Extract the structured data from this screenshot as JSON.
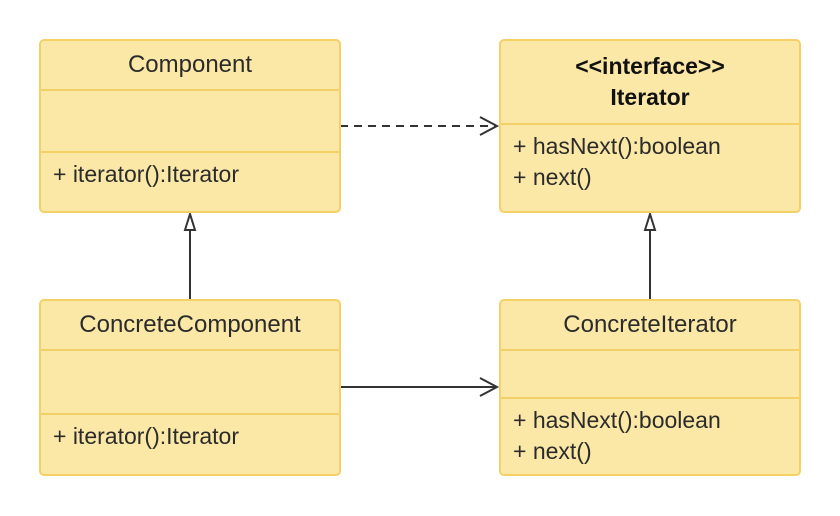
{
  "diagram": {
    "classes": {
      "component": {
        "name": "Component",
        "operations": [
          "+ iterator():Iterator"
        ]
      },
      "iterator": {
        "stereotype": "<<interface>>",
        "name": "Iterator",
        "operations": [
          "+ hasNext():boolean",
          "+ next()"
        ]
      },
      "concrete_component": {
        "name": "ConcreteComponent",
        "operations": [
          "+ iterator():Iterator"
        ]
      },
      "concrete_iterator": {
        "name": "ConcreteIterator",
        "operations": [
          "+ hasNext():boolean",
          "+ next()"
        ]
      }
    },
    "relationships": [
      {
        "from": "Component",
        "to": "Iterator",
        "kind": "dependency",
        "line": "dashed",
        "arrowhead": "open"
      },
      {
        "from": "ConcreteComponent",
        "to": "Component",
        "kind": "generalization",
        "line": "solid",
        "arrowhead": "hollow-triangle"
      },
      {
        "from": "ConcreteIterator",
        "to": "Iterator",
        "kind": "realization",
        "line": "solid",
        "arrowhead": "hollow-triangle"
      },
      {
        "from": "ConcreteComponent",
        "to": "ConcreteIterator",
        "kind": "association",
        "line": "solid",
        "arrowhead": "open"
      }
    ],
    "colors": {
      "fill": "#fbe8a6",
      "border": "#f4d067",
      "line": "#333333"
    }
  }
}
